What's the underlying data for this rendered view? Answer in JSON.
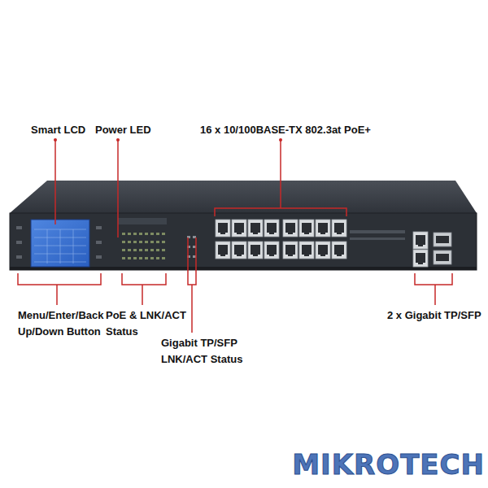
{
  "diagram": {
    "labels": [
      "Smart LCD",
      "Power LED",
      "16 x 10/100BASE-TX 802.3at PoE+",
      "Menu/Enter/Back Up/Down Button",
      "PoE & LNK/ACT Status",
      "Gigabit TP/SFP LNK/ACT Status",
      "2 x Gigabit TP/SFP",
      "MIKROTECH"
    ]
  }
}
